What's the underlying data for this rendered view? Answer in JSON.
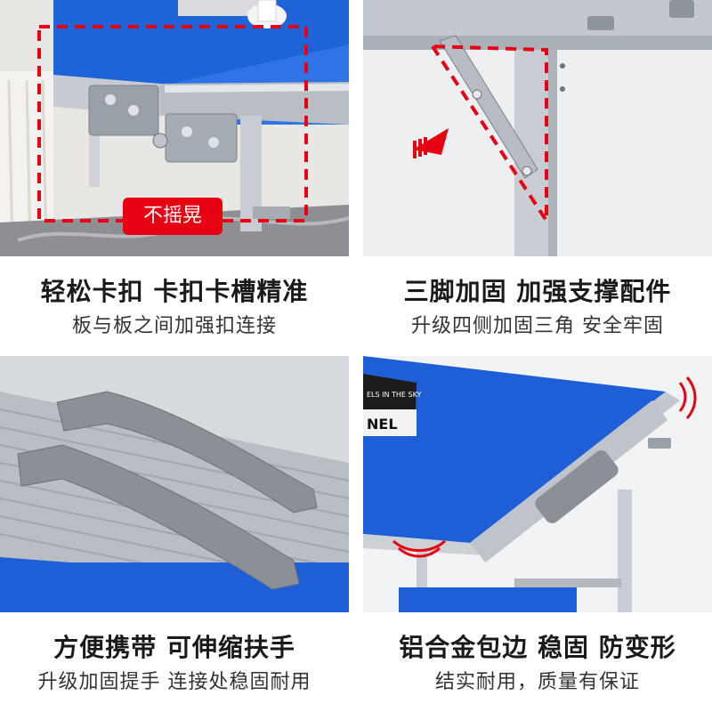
{
  "panels": [
    {
      "title": "轻松卡扣 卡扣卡槽精准",
      "subtitle": "板与板之间加强扣连接",
      "badge": "不摇晃"
    },
    {
      "title": "三脚加固 加强支撑配件",
      "subtitle": "升级四侧加固三角 安全牢固"
    },
    {
      "title": "方便携带 可伸缩扶手",
      "subtitle": "升级加固提手 连接处稳固耐用"
    },
    {
      "title": "铝合金包边 稳固 防变形",
      "subtitle": "结实耐用，质量有保证"
    }
  ],
  "book_text": {
    "line1": "ELS IN THE SKY",
    "line2": "NEL"
  },
  "colors": {
    "table_blue": "#1e5fd8",
    "frame_silver": "#c8ccd2",
    "accent_red": "#e60012"
  }
}
